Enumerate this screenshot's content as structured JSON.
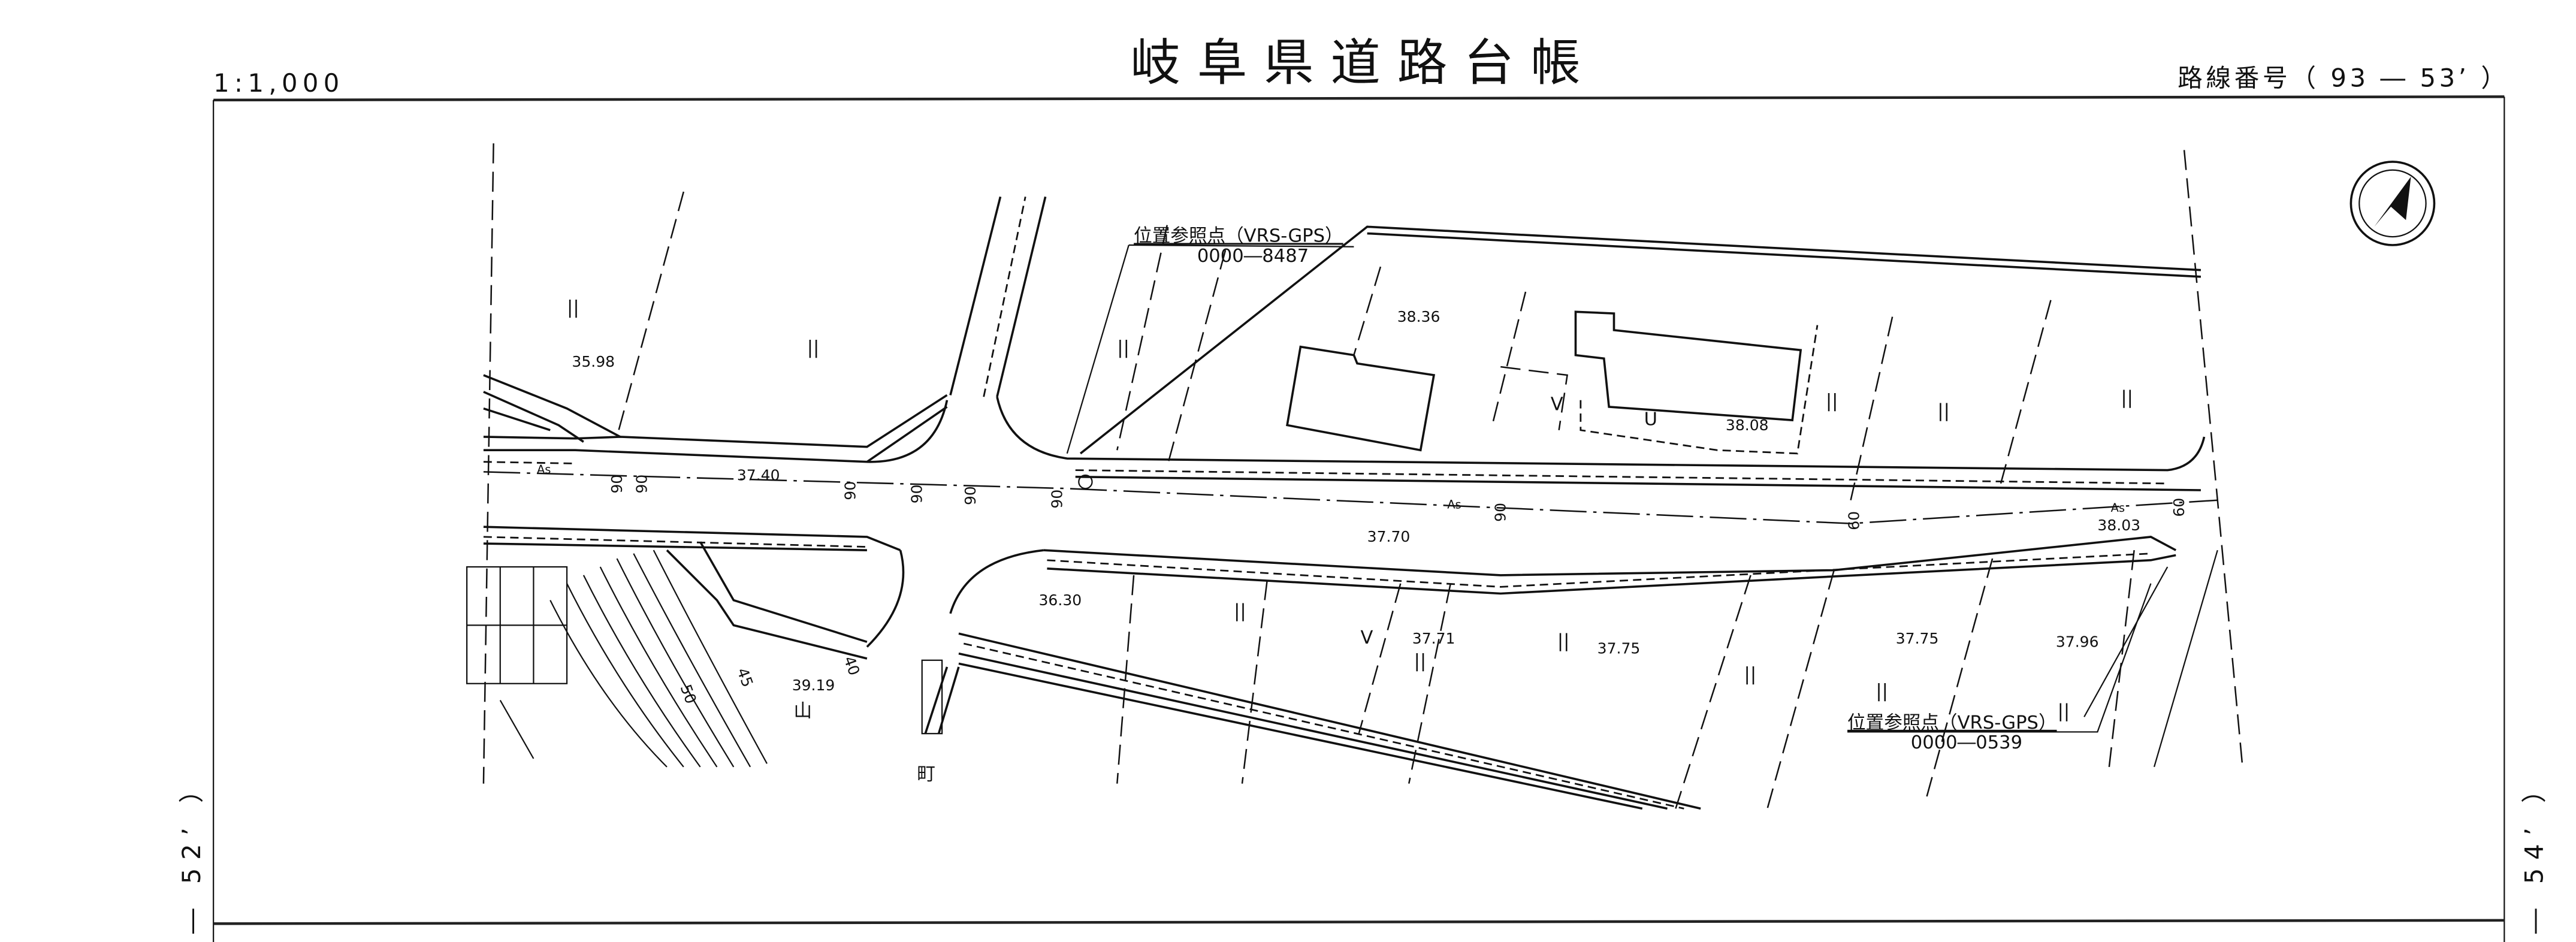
{
  "header": {
    "title": "岐阜県道路台帳",
    "scale": "1:1,000",
    "route_number": "路線番号（ 93 ― 53’ ）"
  },
  "side_labels": {
    "left": "― 52’ ）",
    "right": "― 54’ ）"
  },
  "reference_points": [
    {
      "label": "位置参照点（VRS-GPS）",
      "code": "0000―8487"
    },
    {
      "label": "位置参照点（VRS-GPS）",
      "code": "0000―0539"
    }
  ],
  "elevations": [
    "35.98",
    "37.40",
    "38.36",
    "38.08",
    "37.70",
    "38.03",
    "36.30",
    "37.71",
    "37.75",
    "37.75",
    "37.96",
    "39.19"
  ],
  "road_marks": {
    "surface": "As",
    "widths": [
      "90",
      "90",
      "90",
      "90",
      "90",
      "90",
      "90",
      "60",
      "60"
    ]
  },
  "contour_labels": [
    "50",
    "45",
    "40"
  ],
  "land_use": {
    "paddy": "||",
    "field": "V",
    "mountain": "山",
    "town": "町",
    "pond": "U"
  },
  "colors": {
    "ink": "#111111",
    "paper": "#ffffff"
  }
}
